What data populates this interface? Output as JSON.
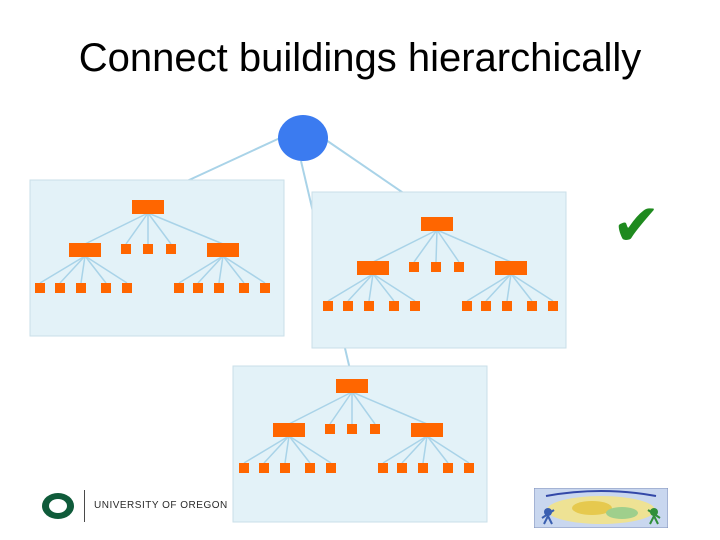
{
  "slide": {
    "title": "Connect buildings hierarchically",
    "checkmark_icon": "check-mark-icon",
    "colors": {
      "core_node": "#3b7bf0",
      "switch": "#ff6600",
      "building": "#e3f2f8",
      "link": "#a9d3e8"
    }
  },
  "footer": {
    "university_name": "UNIVERSITY OF OREGON",
    "partner_logo_icon": "network-startup-resource-center-logo"
  }
}
